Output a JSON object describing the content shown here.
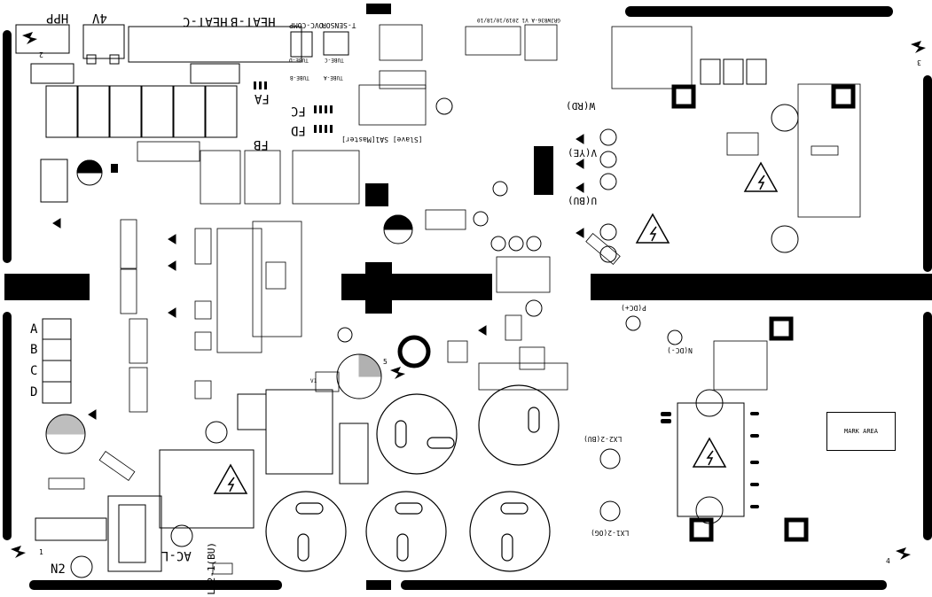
{
  "board": {
    "title_text": "GRJW836-A V1 2019/10/18/10",
    "mark_area": "MARK AREA"
  },
  "connectors": {
    "hpp": "HPP",
    "v4": "4V",
    "heat_b": "HEAT-B",
    "heat_c": "HEAT-C",
    "ovc_comp": "OVC-COMP",
    "t_sensor": "T-SENSOR",
    "tube_c": "TUBE-C",
    "tube_d": "TUBE-D",
    "tube_a": "TUBE-A",
    "tube_b": "TUBE-B",
    "slave_master": "[Slave] SA1[Master]"
  },
  "fans": {
    "fa": "FA",
    "fb": "FB",
    "fc": "FC",
    "fd": "FD"
  },
  "ports": {
    "w_rd": "W(RD)",
    "v_ye": "V(YE)",
    "u_bu": "U(BU)",
    "p_dc": "P(DC+)",
    "n_dc": "N(DC-)",
    "lx2_2": "LX2-2(BU)",
    "lx1_2": "LX1-2(OG)",
    "lx2_1": "LX2-1(BU)",
    "ac_l": "AC-L",
    "n2": "N2",
    "a": "A",
    "b": "B",
    "c": "C",
    "d": "D",
    "v1": "V1"
  },
  "corner_numbers": {
    "n1": "1",
    "n2": "2",
    "n3": "3",
    "n4": "4",
    "n5": "5"
  },
  "colors": {
    "ink": "#000000",
    "board": "#ffffff"
  }
}
